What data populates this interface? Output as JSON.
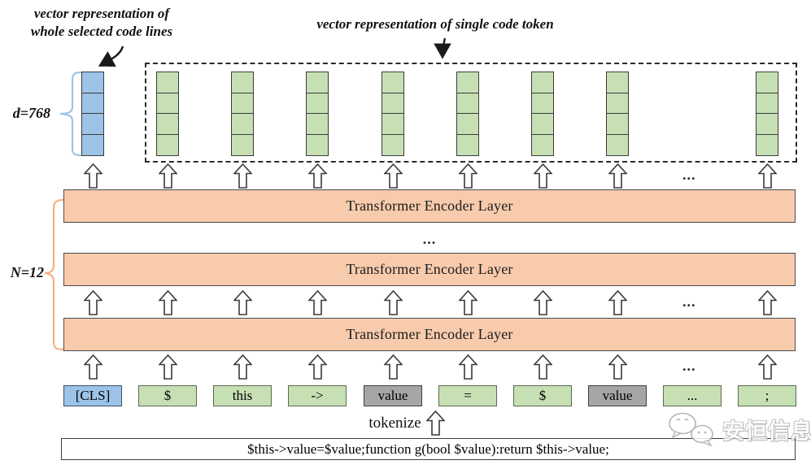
{
  "labels": {
    "cls_vector_line1": "vector representation of",
    "cls_vector_line2": "whole selected code lines",
    "token_vector": "vector representation of single code token",
    "dimension": "d=768",
    "layers_count": "N=12",
    "tokenize": "tokenize",
    "ellipsis": "..."
  },
  "encoder": {
    "layer_label": "Transformer Encoder Layer",
    "visible_layers": 3
  },
  "vectors": {
    "cls_column": 0,
    "token_columns": [
      1,
      2,
      3,
      4,
      5,
      6,
      7,
      9
    ],
    "cells_per_vector": 4
  },
  "arrow_rows": {
    "arrow_columns": [
      0,
      1,
      2,
      3,
      4,
      5,
      6,
      7,
      9
    ],
    "ellipsis_column": 8
  },
  "tokens": [
    {
      "text": "[CLS]",
      "type": "cls"
    },
    {
      "text": "$",
      "type": "code"
    },
    {
      "text": "this",
      "type": "code"
    },
    {
      "text": "->",
      "type": "code"
    },
    {
      "text": "value",
      "type": "masked"
    },
    {
      "text": "=",
      "type": "code"
    },
    {
      "text": "$",
      "type": "code"
    },
    {
      "text": "value",
      "type": "masked"
    },
    {
      "text": "...",
      "type": "code"
    },
    {
      "text": ";",
      "type": "code"
    }
  ],
  "code_input": "$this->value=$value;function g(bool $value):return $this->value;",
  "watermark": {
    "text": "安恒信息",
    "logo": "wechat-chat-bubbles"
  },
  "icons": {
    "up_arrow": "block-up-arrow",
    "down_arrow": "curved-down-arrow"
  },
  "colors": {
    "cls_fill": "#9DC3E6",
    "token_fill": "#C6E0B4",
    "masked_fill": "#A6A6A6",
    "encoder_fill": "#F8CBAD",
    "brace_blue": "#9DC3E6",
    "brace_orange": "#F4B183"
  }
}
